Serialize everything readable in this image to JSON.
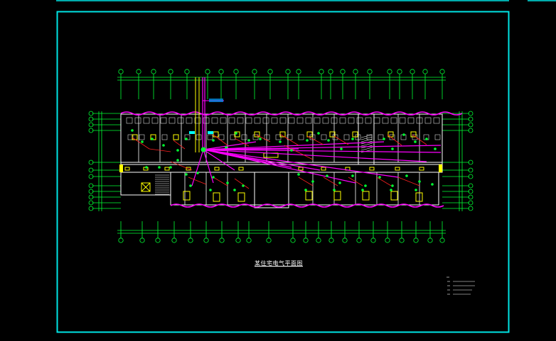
{
  "drawing": {
    "title": "某住宅电气平面图"
  },
  "colors": {
    "background": "#000000",
    "frame": "#00e5e5",
    "walls": "#ffffff",
    "axis": "#00ff33",
    "wiring": "#ff00ff",
    "fixtures": "#ffff00",
    "circuits": "#ff2020"
  },
  "icons": {
    "axis_bubble": "circle",
    "light_fixture": "green-dot",
    "stair": "hatched-lines"
  }
}
